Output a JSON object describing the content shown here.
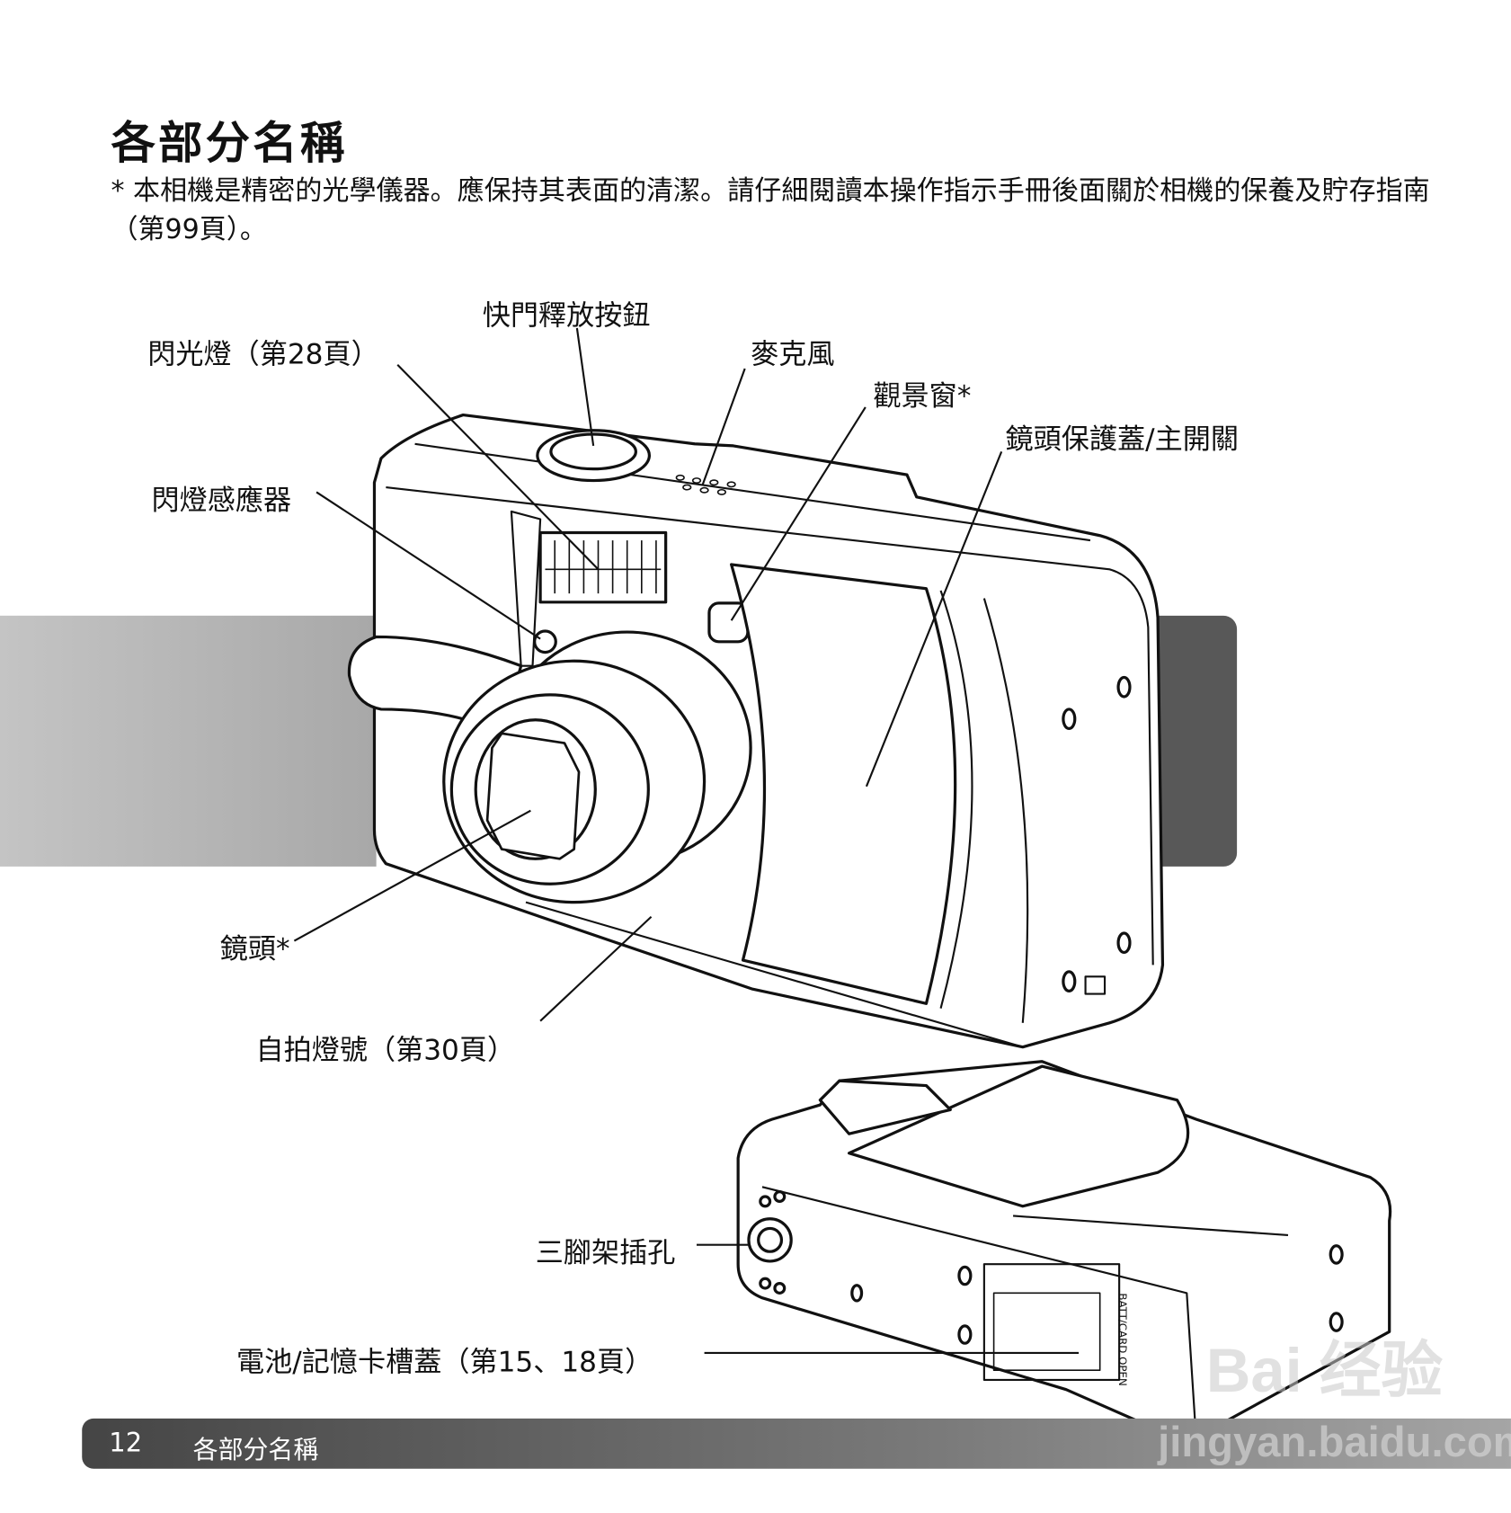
{
  "title": "各部分名稱",
  "note": "*  本相機是精密的光學儀器。應保持其表面的清潔。請仔細閱讀本操作指示手冊後面關於相機的保養及貯存指南（第99頁）。",
  "labels": {
    "shutter": "快門釋放按鈕",
    "flash": "閃光燈（第28頁）",
    "mic": "麥克風",
    "viewfinder": "觀景窗*",
    "lens_cover": "鏡頭保護蓋/主開關",
    "flash_sensor": "閃燈感應器",
    "lens": "鏡頭*",
    "self_timer": "自拍燈號（第30頁）",
    "tripod": "三腳架插孔",
    "battery": "電池/記憶卡槽蓋（第15、18頁）"
  },
  "camera_print": "BATT/CARD OPEN",
  "footer": {
    "page_number": "12",
    "section": "各部分名稱"
  },
  "watermark": {
    "logo": "Bai 经验",
    "url": "jingyan.baidu.com"
  },
  "colors": {
    "band_left": "#b5b5b5",
    "band_right": "#585858",
    "footer_start": "#454545",
    "footer_end": "#a5a5a5"
  }
}
